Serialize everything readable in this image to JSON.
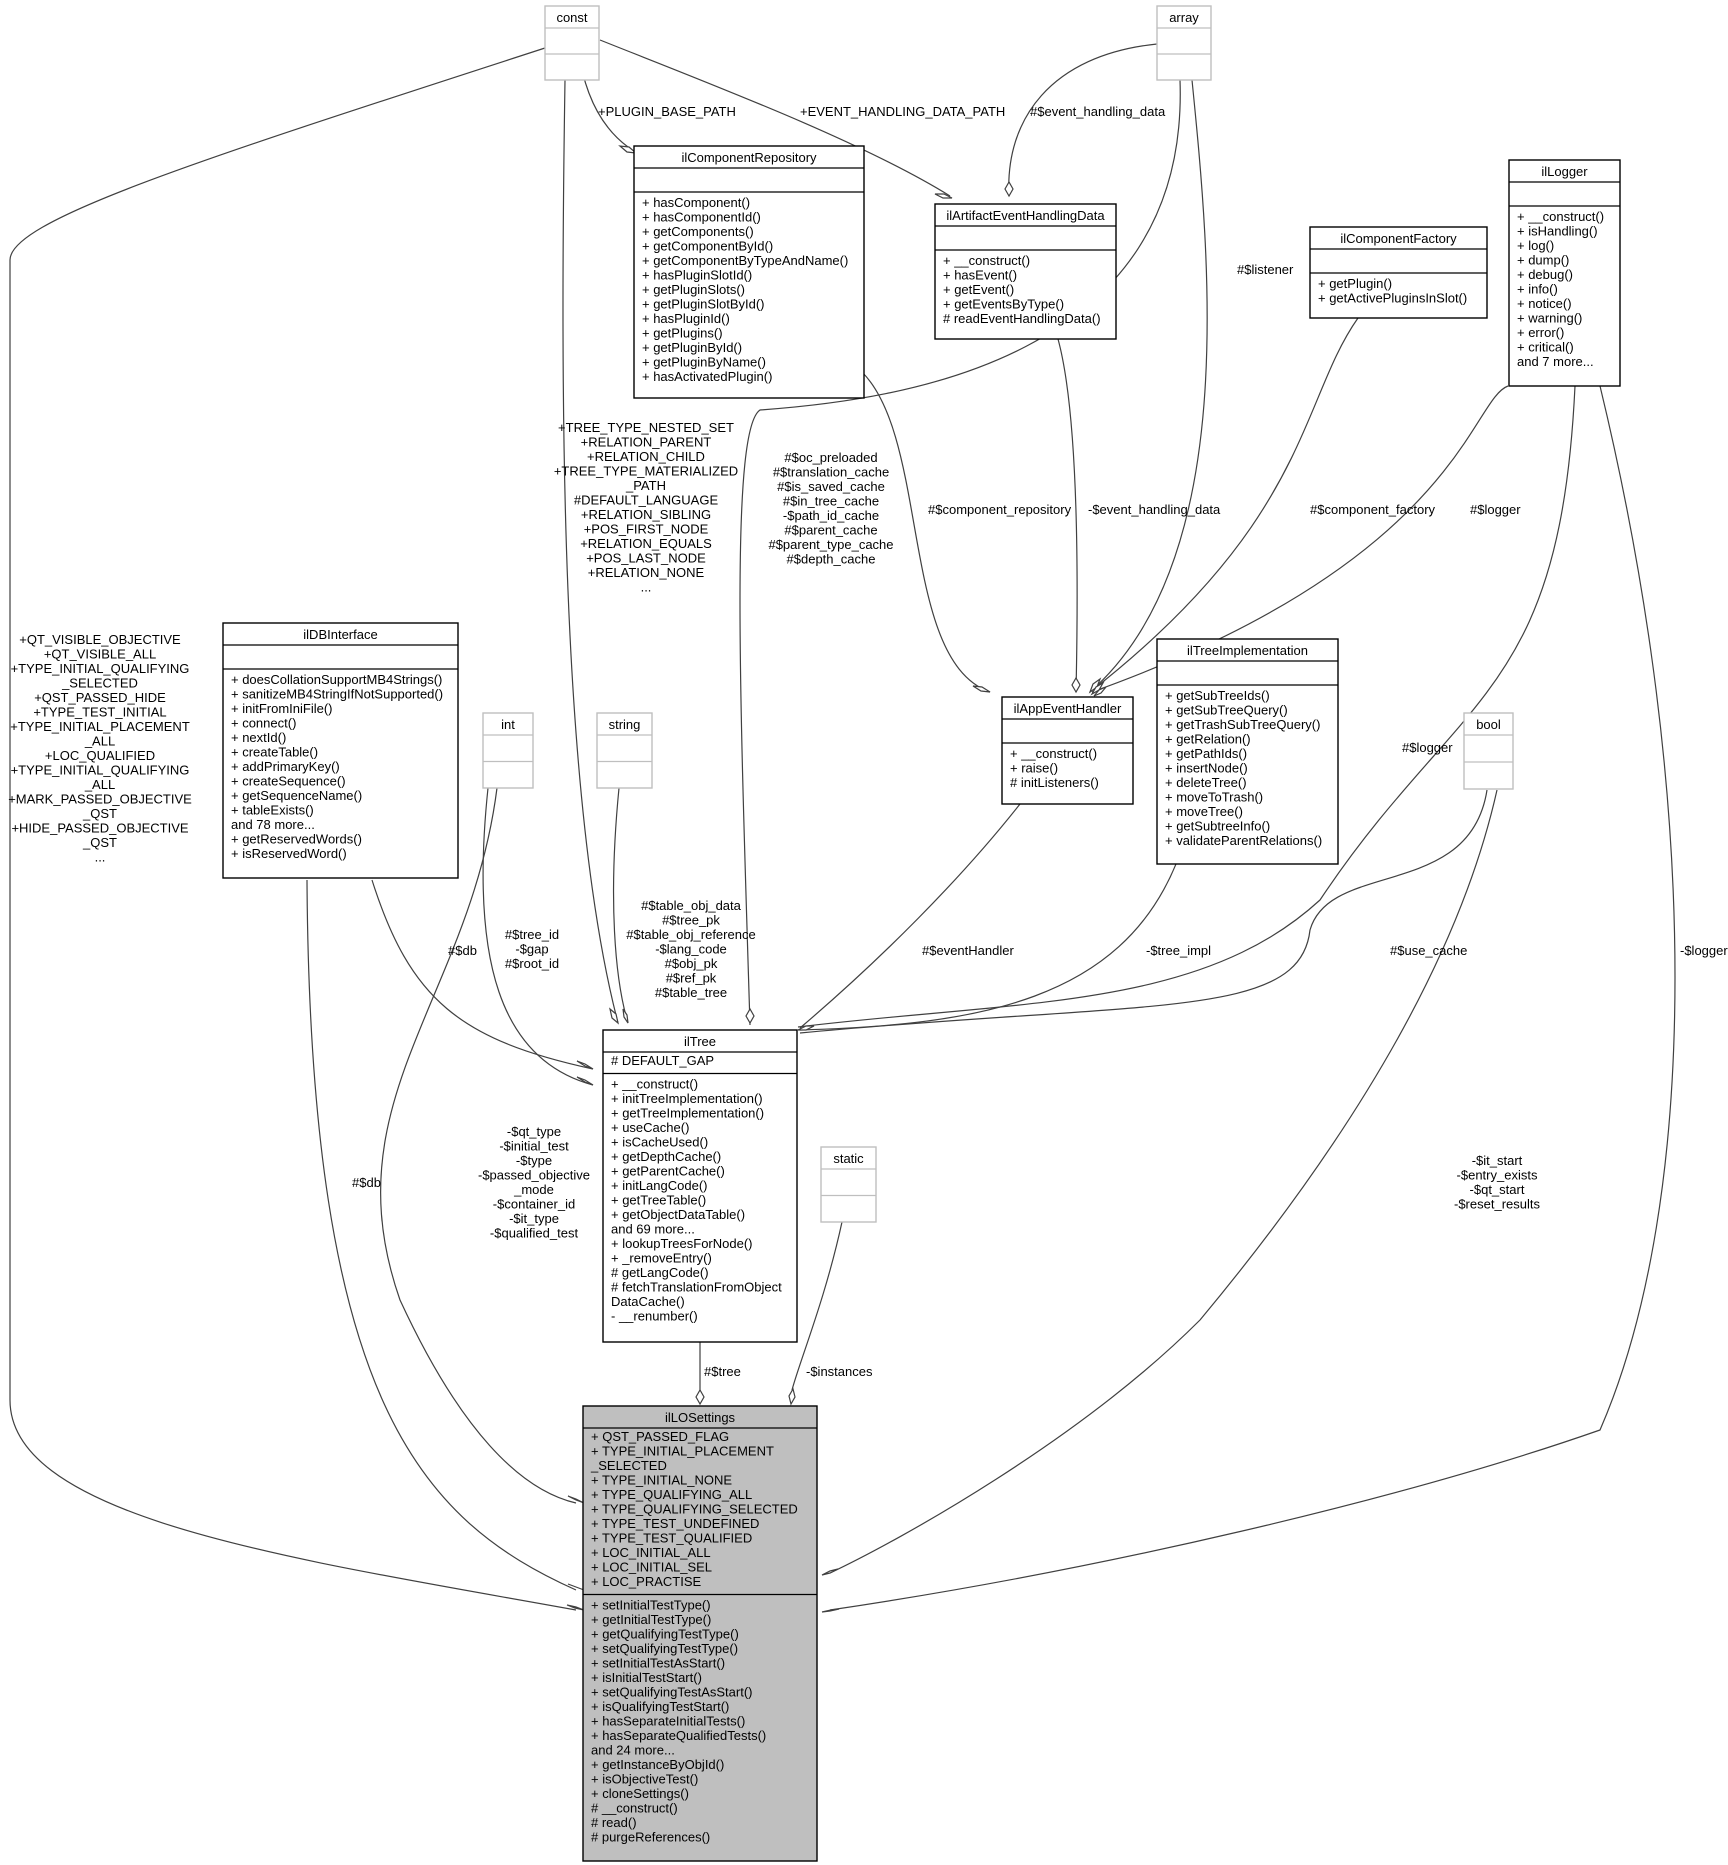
{
  "classes": {
    "const": {
      "title": "const",
      "attrs": [],
      "methods": []
    },
    "array": {
      "title": "array",
      "attrs": [],
      "methods": []
    },
    "int": {
      "title": "int",
      "attrs": [],
      "methods": []
    },
    "string": {
      "title": "string",
      "attrs": [],
      "methods": []
    },
    "bool": {
      "title": "bool",
      "attrs": [],
      "methods": []
    },
    "static": {
      "title": "static",
      "attrs": [],
      "methods": []
    },
    "ilComponentRepository": {
      "title": "ilComponentRepository",
      "attrs": [],
      "methods": [
        "+ hasComponent()",
        "+ hasComponentId()",
        "+ getComponents()",
        "+ getComponentById()",
        "+ getComponentByTypeAndName()",
        "+ hasPluginSlotId()",
        "+ getPluginSlots()",
        "+ getPluginSlotById()",
        "+ hasPluginId()",
        "+ getPlugins()",
        "+ getPluginById()",
        "+ getPluginByName()",
        "+ hasActivatedPlugin()"
      ]
    },
    "ilArtifactEventHandlingData": {
      "title": "ilArtifactEventHandlingData",
      "attrs": [],
      "methods": [
        "+ __construct()",
        "+ hasEvent()",
        "+ getEvent()",
        "+ getEventsByType()",
        "# readEventHandlingData()"
      ]
    },
    "ilComponentFactory": {
      "title": "ilComponentFactory",
      "attrs": [],
      "methods": [
        "+ getPlugin()",
        "+ getActivePluginsInSlot()"
      ]
    },
    "ilLogger": {
      "title": "ilLogger",
      "attrs": [],
      "methods": [
        "+ __construct()",
        "+ isHandling()",
        "+ log()",
        "+ dump()",
        "+ debug()",
        "+ info()",
        "+ notice()",
        "+ warning()",
        "+ error()",
        "+ critical()",
        "and 7 more..."
      ]
    },
    "ilDBInterface": {
      "title": "ilDBInterface",
      "attrs": [],
      "methods": [
        "+ doesCollationSupportMB4Strings()",
        "+ sanitizeMB4StringIfNotSupported()",
        "+ initFromIniFile()",
        "+ connect()",
        "+ nextId()",
        "+ createTable()",
        "+ addPrimaryKey()",
        "+ createSequence()",
        "+ getSequenceName()",
        "+ tableExists()",
        "and 78 more...",
        "+ getReservedWords()",
        "+ isReservedWord()"
      ]
    },
    "ilAppEventHandler": {
      "title": "ilAppEventHandler",
      "attrs": [],
      "methods": [
        "+ __construct()",
        "+ raise()",
        "# initListeners()"
      ]
    },
    "ilTreeImplementation": {
      "title": "ilTreeImplementation",
      "attrs": [],
      "methods": [
        "+ getSubTreeIds()",
        "+ getSubTreeQuery()",
        "+ getTrashSubTreeQuery()",
        "+ getRelation()",
        "+ getPathIds()",
        "+ insertNode()",
        "+ deleteTree()",
        "+ moveToTrash()",
        "+ moveTree()",
        "+ getSubtreeInfo()",
        "+ validateParentRelations()"
      ]
    },
    "ilTree": {
      "title": "ilTree",
      "attrs": [
        "# DEFAULT_GAP"
      ],
      "methods": [
        "+ __construct()",
        "+ initTreeImplementation()",
        "+ getTreeImplementation()",
        "+ useCache()",
        "+ isCacheUsed()",
        "+ getDepthCache()",
        "+ getParentCache()",
        "+ initLangCode()",
        "+ getTreeTable()",
        "+ getObjectDataTable()",
        "and 69 more...",
        "+ lookupTreesForNode()",
        "+ _removeEntry()",
        "# getLangCode()",
        "# fetchTranslationFromObject",
        "DataCache()",
        "- __renumber()"
      ]
    },
    "ilLOSettings": {
      "title": "ilLOSettings",
      "attrs": [
        "+ QST_PASSED_FLAG",
        "+ TYPE_INITIAL_PLACEMENT",
        "_SELECTED",
        "+ TYPE_INITIAL_NONE",
        "+ TYPE_QUALIFYING_ALL",
        "+ TYPE_QUALIFYING_SELECTED",
        "+ TYPE_TEST_UNDEFINED",
        "+ TYPE_TEST_QUALIFIED",
        "+ LOC_INITIAL_ALL",
        "+ LOC_INITIAL_SEL",
        "+ LOC_PRACTISE"
      ],
      "methods": [
        "+ setInitialTestType()",
        "+ getInitialTestType()",
        "+ getQualifyingTestType()",
        "+ setQualifyingTestType()",
        "+ setInitialTestAsStart()",
        "+ isInitialTestStart()",
        "+ setQualifyingTestAsStart()",
        "+ isQualifyingTestStart()",
        "+ hasSeparateInitialTests()",
        "+ hasSeparateQualifiedTests()",
        "and 24 more...",
        "+ getInstanceByObjId()",
        "+ isObjectiveTest()",
        "+ cloneSettings()",
        "# __construct()",
        "# read()",
        "# purgeReferences()"
      ]
    }
  },
  "edge_labels": {
    "plugin_base_path": [
      "+PLUGIN_BASE_PATH"
    ],
    "event_handling_data_path": [
      "+EVENT_HANDLING_DATA_PATH"
    ],
    "event_handling_data_array": [
      "#$event_handling_data"
    ],
    "listener": [
      "#$listener"
    ],
    "tree_consts": [
      "+TREE_TYPE_NESTED_SET",
      "+RELATION_PARENT",
      "+RELATION_CHILD",
      "+TREE_TYPE_MATERIALIZED",
      "_PATH",
      "#DEFAULT_LANGUAGE",
      "+RELATION_SIBLING",
      "+POS_FIRST_NODE",
      "+RELATION_EQUALS",
      "+POS_LAST_NODE",
      "+RELATION_NONE",
      "..."
    ],
    "tree_caches": [
      "#$oc_preloaded",
      "#$translation_cache",
      "#$is_saved_cache",
      "#$in_tree_cache",
      "-$path_id_cache",
      "#$parent_cache",
      "#$parent_type_cache",
      "#$depth_cache"
    ],
    "component_repository": [
      "#$component_repository"
    ],
    "event_handling_data": [
      "-$event_handling_data"
    ],
    "component_factory": [
      "#$component_factory"
    ],
    "logger_app": [
      "#$logger"
    ],
    "lo_consts": [
      "+QT_VISIBLE_OBJECTIVE",
      "+QT_VISIBLE_ALL",
      "+TYPE_INITIAL_QUALIFYING",
      "_SELECTED",
      "+QST_PASSED_HIDE",
      "+TYPE_TEST_INITIAL",
      "+TYPE_INITIAL_PLACEMENT",
      "_ALL",
      "+LOC_QUALIFIED",
      "+TYPE_INITIAL_QUALIFYING",
      "_ALL",
      "+MARK_PASSED_OBJECTIVE",
      "_QST",
      "+HIDE_PASSED_OBJECTIVE",
      "_QST",
      "..."
    ],
    "logger_tree": [
      "#$logger"
    ],
    "tree_ints": [
      "#$tree_id",
      "-$gap",
      "#$root_id"
    ],
    "db_tree": [
      "#$db"
    ],
    "tree_strings": [
      "#$table_obj_data",
      "#$tree_pk",
      "#$table_obj_reference",
      "-$lang_code",
      "#$obj_pk",
      "#$ref_pk",
      "#$table_tree"
    ],
    "event_handler": [
      "#$eventHandler"
    ],
    "tree_impl": [
      "-$tree_impl"
    ],
    "use_cache": [
      "#$use_cache"
    ],
    "logger_lo": [
      "-$logger"
    ],
    "db_lo": [
      "#$db"
    ],
    "lo_ints": [
      "-$qt_type",
      "-$initial_test",
      "-$type",
      "-$passed_objective",
      "_mode",
      "-$container_id",
      "-$it_type",
      "-$qualified_test"
    ],
    "lo_bools": [
      "-$it_start",
      "-$entry_exists",
      "-$qt_start",
      "-$reset_results"
    ],
    "tree": [
      "#$tree"
    ],
    "instances": [
      "-$instances"
    ]
  }
}
